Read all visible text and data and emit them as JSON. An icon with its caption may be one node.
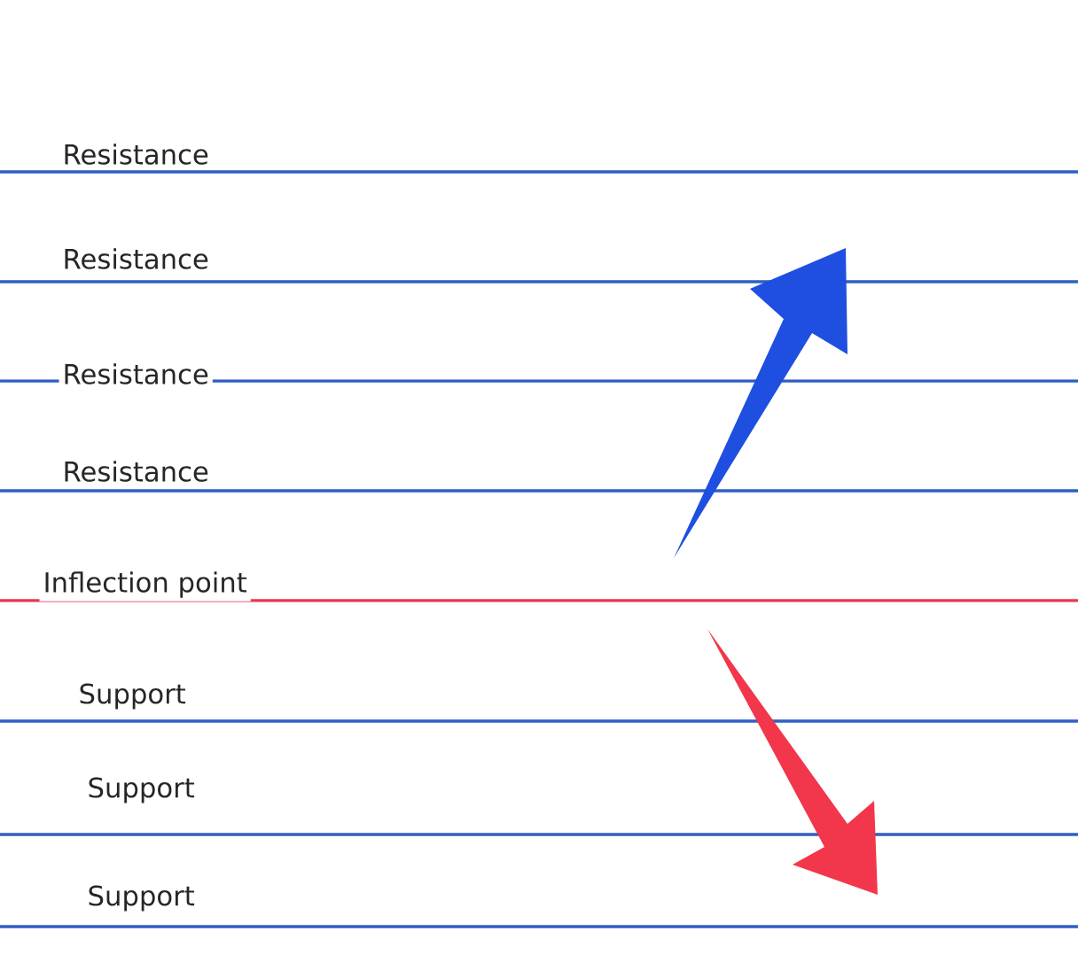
{
  "diagram": {
    "labels": [
      "Resistance",
      "Resistance",
      "Resistance",
      "Resistance",
      "Inflection point",
      "Support",
      "Support",
      "Support"
    ]
  }
}
